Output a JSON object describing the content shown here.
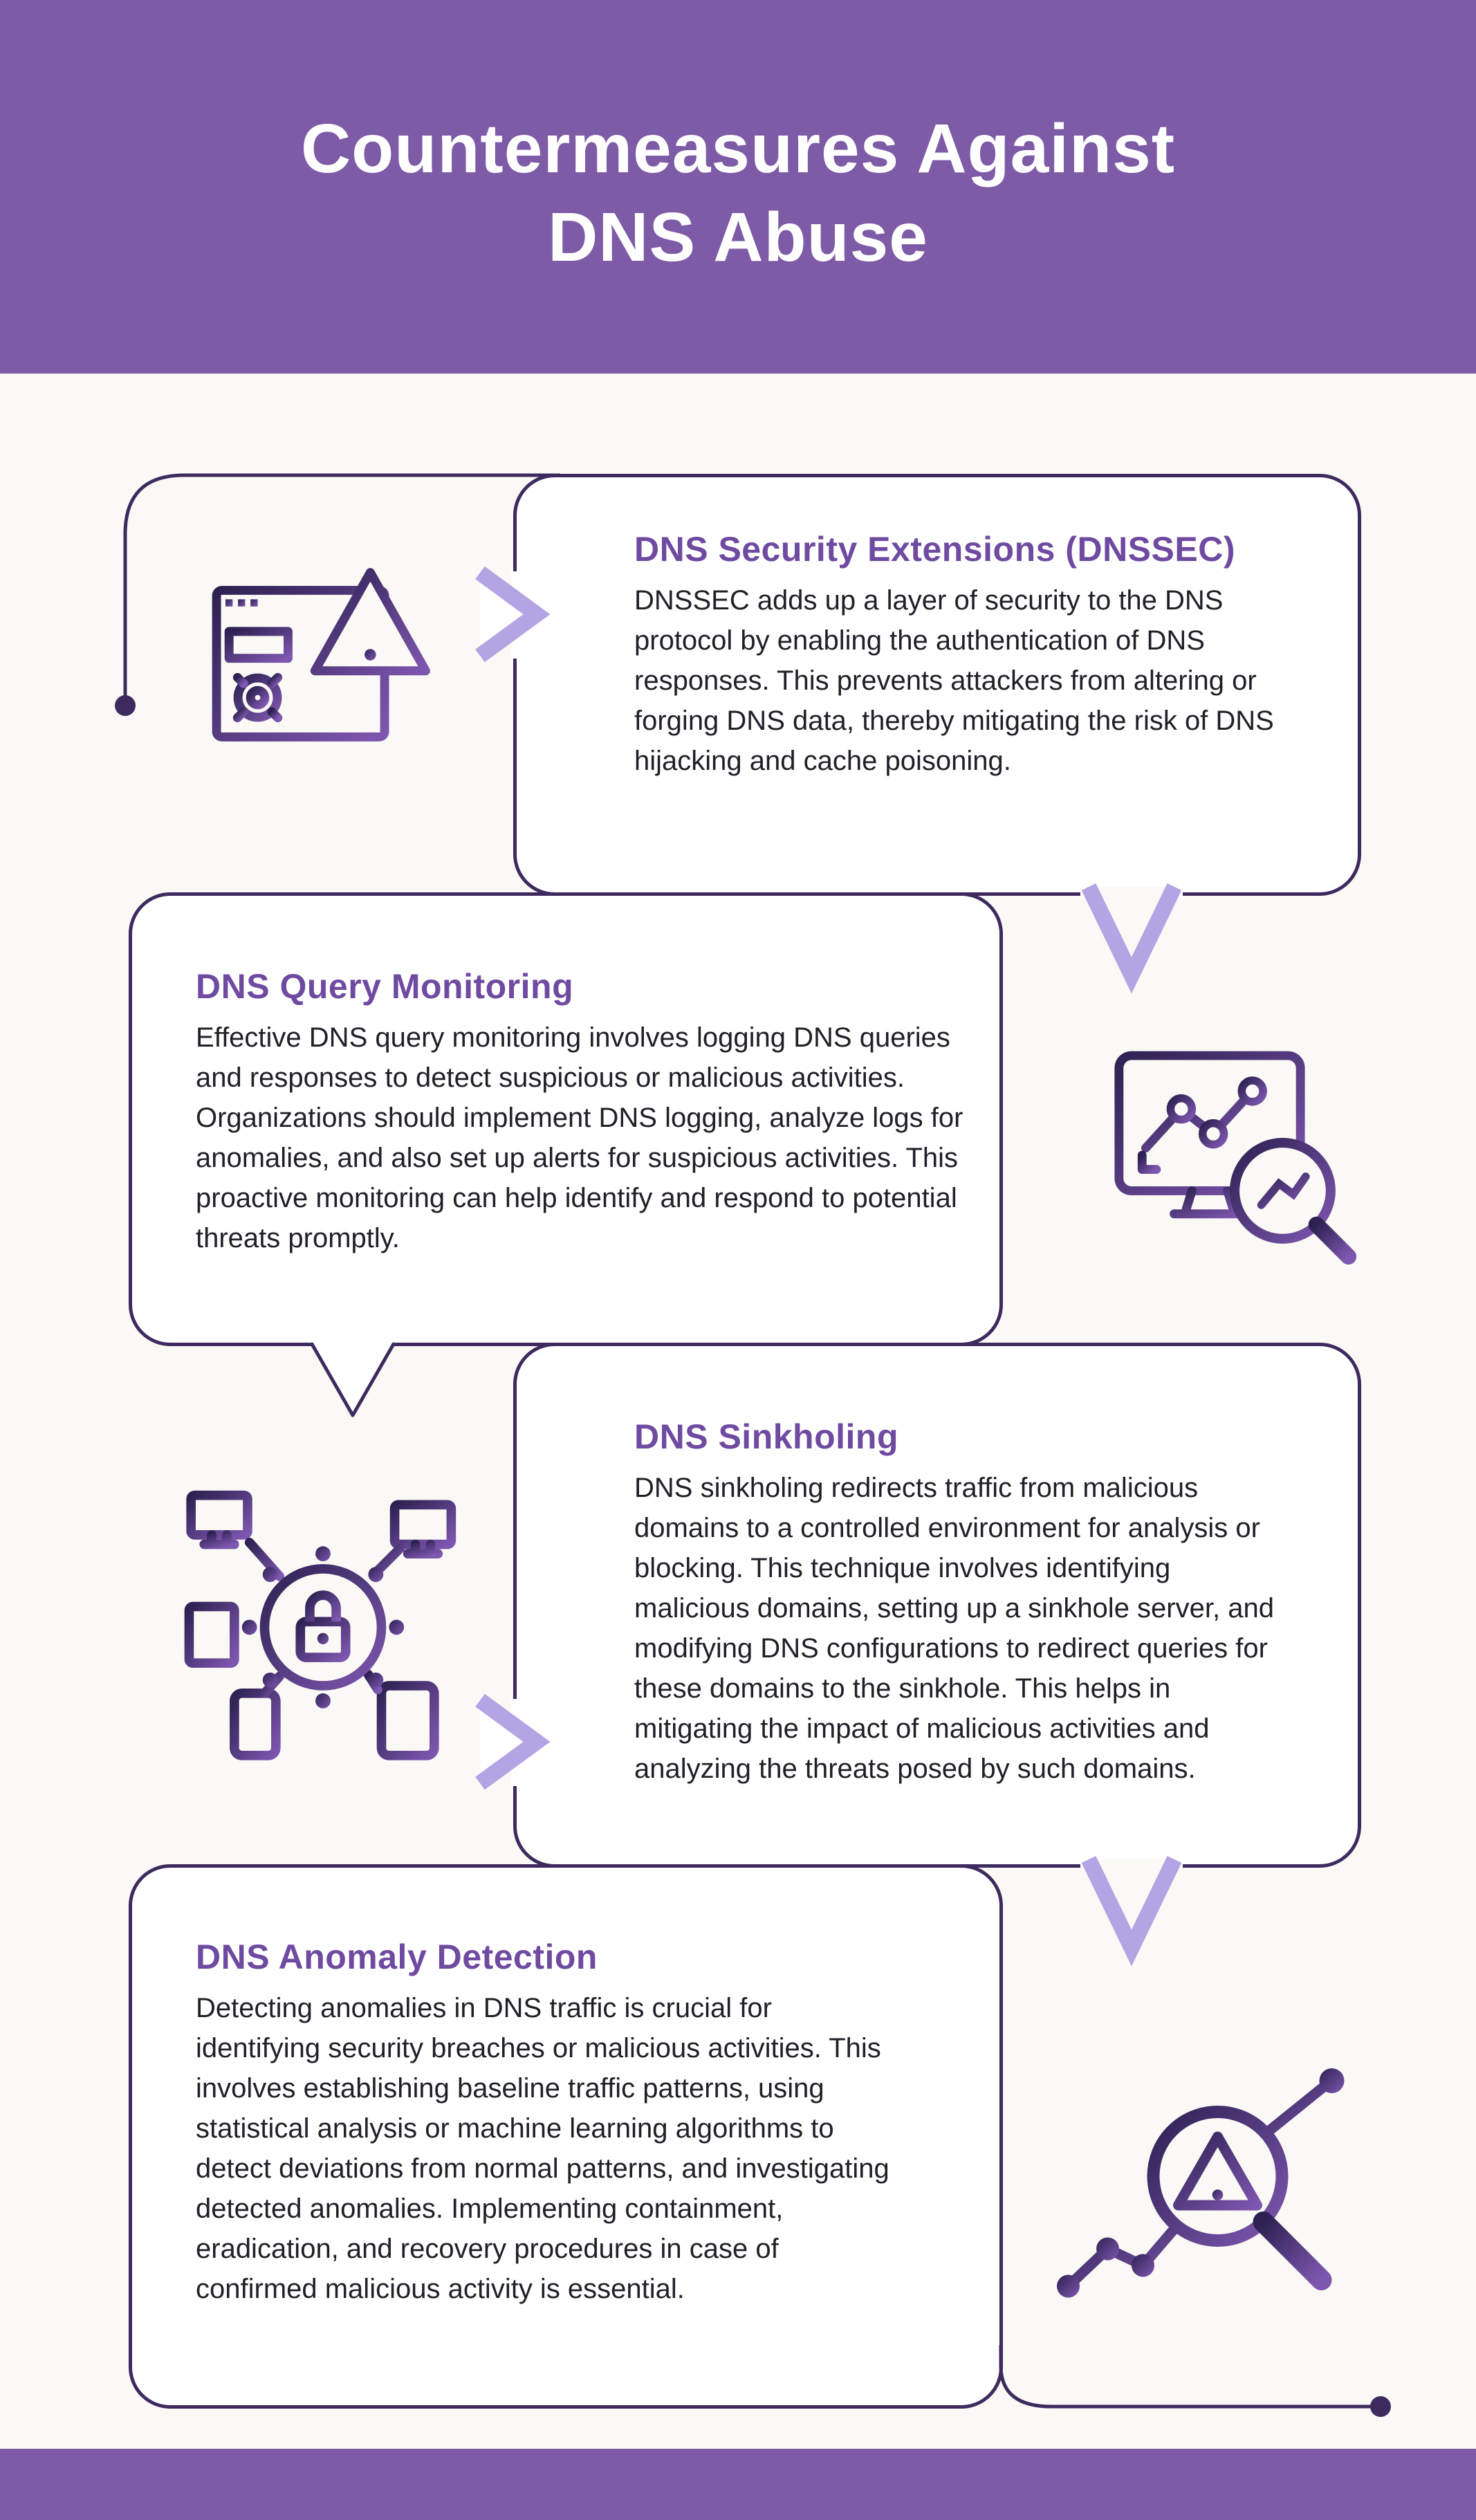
{
  "page": {
    "title_line1": "Countermeasures Against",
    "title_line2": "DNS Abuse"
  },
  "colors": {
    "header_purple": "#7d5ba6",
    "card_border": "#3e2a5e",
    "title_purple": "#6f4aa1",
    "accent_lavender": "#b3a4e4",
    "body_text": "#202028",
    "background": "#fbf9f6"
  },
  "sections": [
    {
      "title": "DNS Security Extensions (DNSSEC)",
      "body": "DNSSEC adds up a layer of security to the DNS protocol by enabling the authentication of DNS responses. This prevents attackers from altering or forging DNS data, thereby mitigating the risk of DNS hijacking and cache poisoning.",
      "icon": "browser-warning-gear-icon",
      "side": "right"
    },
    {
      "title": "DNS Query Monitoring",
      "body": "Effective DNS query monitoring involves logging DNS queries and responses to detect suspicious or malicious activities. Organizations should implement DNS logging, analyze logs for anomalies, and also set up alerts for suspicious activities. This proactive monitoring can help identify and respond to potential threats promptly.",
      "icon": "monitor-search-icon",
      "side": "left"
    },
    {
      "title": "DNS Sinkholing",
      "body": "DNS sinkholing redirects traffic from malicious domains to a controlled environment for analysis or blocking. This technique involves identifying malicious domains, setting up a sinkhole server, and modifying DNS configurations to redirect queries for these domains to the sinkhole. This helps in mitigating the impact of malicious activities and analyzing the threats posed by such domains.",
      "icon": "network-lock-icon",
      "side": "right"
    },
    {
      "title": "DNS Anomaly Detection",
      "body": "Detecting anomalies in DNS traffic is crucial for identifying security breaches or malicious activities. This involves establishing baseline traffic patterns, using statistical analysis or machine learning algorithms to detect deviations from normal patterns, and investigating detected anomalies. Implementing containment, eradication, and recovery procedures in case of confirmed malicious activity is essential.",
      "icon": "search-warning-icon",
      "side": "left"
    }
  ]
}
